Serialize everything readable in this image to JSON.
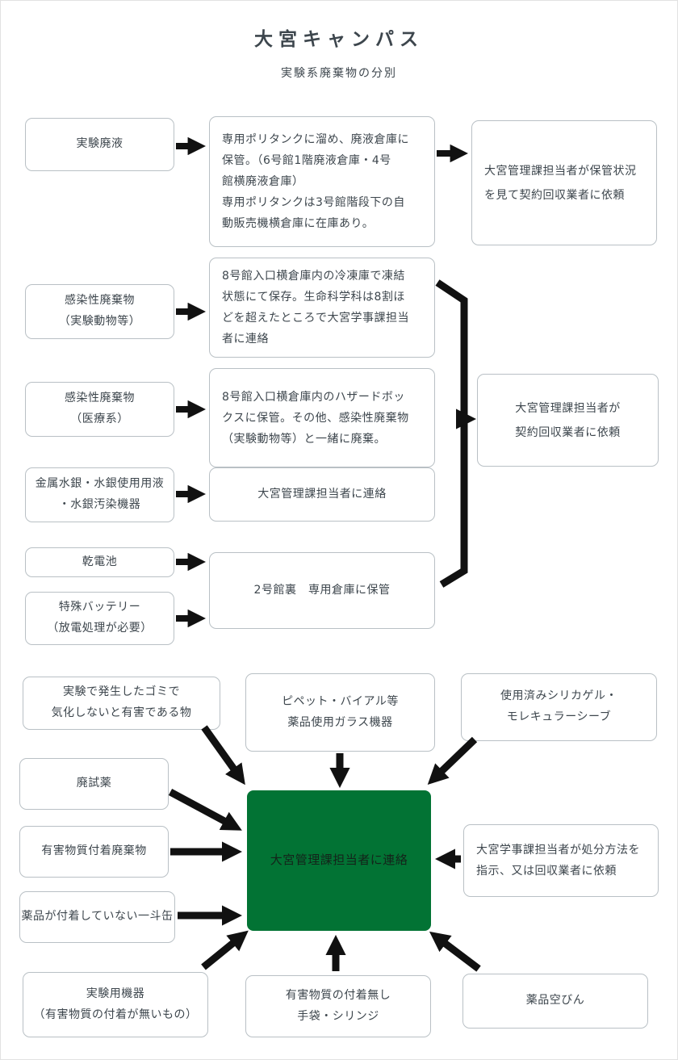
{
  "header": {
    "title": "大宮キャンパス",
    "subtitle": "実験系廃棄物の分別"
  },
  "colors": {
    "center_green": "#027334",
    "arrow_black": "#111111",
    "box_border": "#b9c0c5"
  },
  "top_flow": {
    "rows": [
      {
        "source": "実験廃液",
        "action": "専用ポリタンクに溜め、廃液倉庫に\n保管。（6号館1階廃液倉庫・4号\n館横廃液倉庫）\n専用ポリタンクは3号館階段下の自\n動販売機横倉庫に在庫あり。",
        "result": "大宮管理課担当者が保管状況\nを見て契約回収業者に依頼"
      },
      {
        "source": "感染性廃棄物\n（実験動物等）",
        "action": "8号館入口横倉庫内の冷凍庫で凍結\n状態にて保存。生命科学科は8割ほ\nどを超えたところで大宮学事課担当\n者に連絡"
      },
      {
        "source": "感染性廃棄物\n（医療系）",
        "action": "8号館入口横倉庫内のハザードボッ\nクスに保管。その他、感染性廃棄物\n（実験動物等）と一緒に廃棄。"
      },
      {
        "source": "金属水銀・水銀使用用液\n・水銀汚染機器",
        "action": "大宮管理課担当者に連絡"
      },
      {
        "source": "乾電池",
        "source2": "特殊バッテリー\n（放電処理が必要）",
        "action": "2号館裏　専用倉庫に保管"
      }
    ],
    "merged_result": "大宮管理課担当者が\n契約回収業者に依頼"
  },
  "bottom_flow": {
    "center": "大宮管理課担当者に連絡",
    "items": [
      "実験で発生したゴミで\n気化しないと有害である物",
      "ピペット・バイアル等\n薬品使用ガラス機器",
      "使用済みシリカゲル・\nモレキュラーシーブ",
      "廃試薬",
      "有害物質付着廃棄物",
      "薬品が付着していない一斗缶",
      "実験用機器\n（有害物質の付着が無いもの）",
      "有害物質の付着無し\n手袋・シリンジ",
      "薬品空びん"
    ],
    "note": "大宮学事課担当者が処分方法を\n指示、又は回収業者に依頼"
  }
}
